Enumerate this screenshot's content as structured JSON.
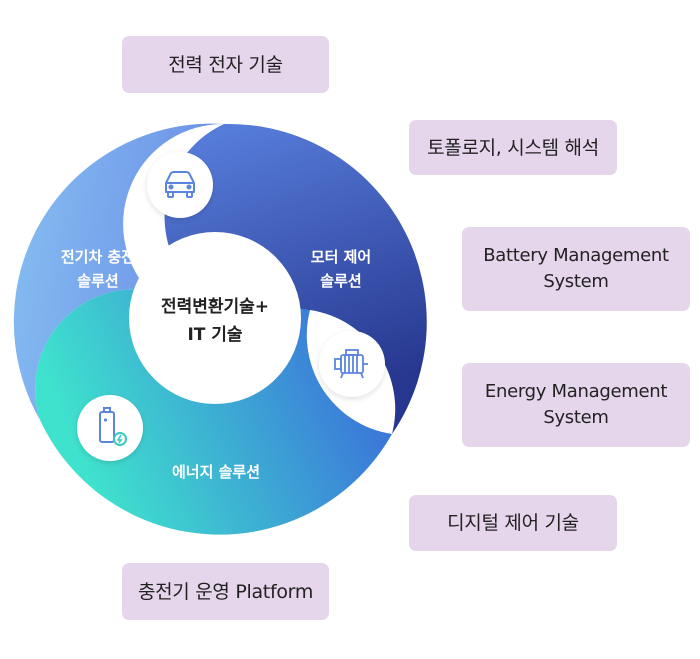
{
  "center": {
    "line1": "전력변환기술+",
    "line2": "IT 기술"
  },
  "segments": {
    "ev": {
      "line1": "전기차 충전",
      "line2": "솔루션",
      "icon": "car-icon",
      "color_start": "#7ab4f0",
      "color_end": "#6d93e6"
    },
    "motor": {
      "line1": "모터 제어",
      "line2": "솔루션",
      "icon": "motor-icon",
      "color_start": "#4b6fd9",
      "color_end": "#2b3b96"
    },
    "energy": {
      "label": "에너지 솔루션",
      "icon": "battery-icon",
      "color_start": "#3fe0cf",
      "color_end": "#3b63de"
    }
  },
  "tags": [
    {
      "id": "power-electronics",
      "text": "전력 전자 기술"
    },
    {
      "id": "topology",
      "text": "토폴로지, 시스템 해석"
    },
    {
      "id": "bms",
      "text": "Battery Management\nSystem"
    },
    {
      "id": "ems",
      "text": "Energy Management\nSystem"
    },
    {
      "id": "digital-control",
      "text": "디지털 제어 기술"
    },
    {
      "id": "charger-platform",
      "text": "충전기 운영 Platform"
    }
  ],
  "colors": {
    "tag_bg": "#e6d6eb",
    "icon_accent": "#5b85e0",
    "battery_accent": "#3cc9c2"
  }
}
